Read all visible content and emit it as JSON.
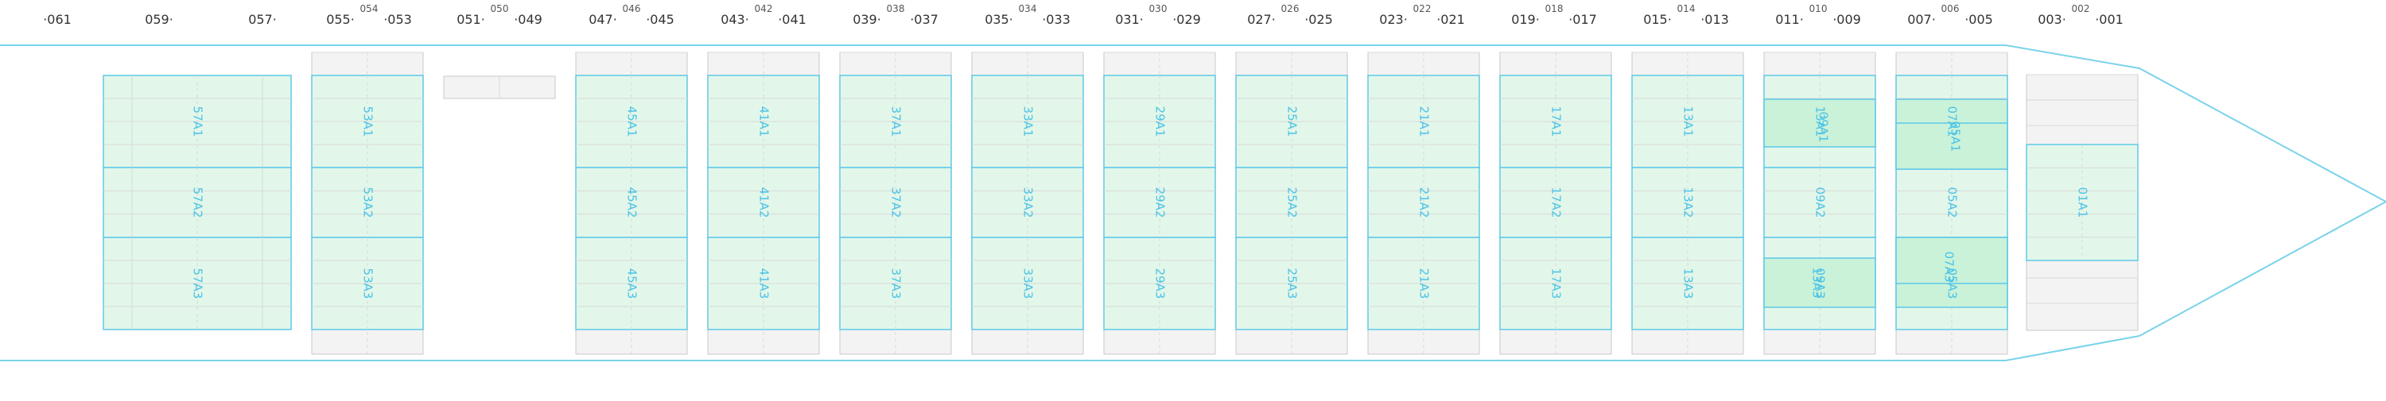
{
  "colors": {
    "hull": "#7ad3ea",
    "hold_fill": "#e2f7ea",
    "hold_fill_dark": "#c9f2d9",
    "hold_stroke": "#5fc8e8",
    "hold_text": "#4cc3e6",
    "grid": "#d8d8d8",
    "hatch_fill": "#f3f3f3",
    "hatch_stroke": "#c9c9c9",
    "bay_text": "#333333"
  },
  "bay_labels": [
    {
      "text": "061",
      "suffix": "",
      "prefix": "·"
    },
    {
      "text": "059",
      "suffix": "·",
      "prefix": ""
    },
    {
      "text": "057",
      "suffix": "·",
      "prefix": ""
    },
    {
      "text": "055",
      "suffix": "·",
      "prefix": ""
    },
    {
      "text": "053",
      "suffix": "",
      "prefix": "·"
    },
    {
      "text": "051",
      "suffix": "·",
      "prefix": ""
    },
    {
      "text": "049",
      "suffix": "",
      "prefix": "·"
    },
    {
      "text": "047",
      "suffix": "·",
      "prefix": ""
    },
    {
      "text": "045",
      "suffix": "",
      "prefix": "·"
    },
    {
      "text": "043",
      "suffix": "·",
      "prefix": ""
    },
    {
      "text": "041",
      "suffix": "",
      "prefix": "·"
    },
    {
      "text": "039",
      "suffix": "·",
      "prefix": ""
    },
    {
      "text": "037",
      "suffix": "",
      "prefix": "·"
    },
    {
      "text": "035",
      "suffix": "·",
      "prefix": ""
    },
    {
      "text": "033",
      "suffix": "",
      "prefix": "·"
    },
    {
      "text": "031",
      "suffix": "·",
      "prefix": ""
    },
    {
      "text": "029",
      "suffix": "",
      "prefix": "·"
    },
    {
      "text": "027",
      "suffix": "·",
      "prefix": ""
    },
    {
      "text": "025",
      "suffix": "",
      "prefix": "·"
    },
    {
      "text": "023",
      "suffix": "·",
      "prefix": ""
    },
    {
      "text": "021",
      "suffix": "",
      "prefix": "·"
    },
    {
      "text": "019",
      "suffix": "·",
      "prefix": ""
    },
    {
      "text": "017",
      "suffix": "",
      "prefix": "·"
    },
    {
      "text": "015",
      "suffix": "·",
      "prefix": ""
    },
    {
      "text": "013",
      "suffix": "",
      "prefix": "·"
    },
    {
      "text": "011",
      "suffix": "·",
      "prefix": ""
    },
    {
      "text": "009",
      "suffix": "",
      "prefix": "·"
    },
    {
      "text": "007",
      "suffix": "·",
      "prefix": ""
    },
    {
      "text": "005",
      "suffix": "",
      "prefix": "·"
    },
    {
      "text": "003",
      "suffix": "·",
      "prefix": ""
    },
    {
      "text": "001",
      "suffix": "",
      "prefix": "·"
    }
  ],
  "even_bay_labels": [
    "054",
    "050",
    "046",
    "042",
    "038",
    "034",
    "030",
    "026",
    "022",
    "018",
    "014",
    "010",
    "006",
    "002"
  ],
  "holds": [
    {
      "bay": "57",
      "labels": [
        "57A1",
        "57A2",
        "57A3"
      ]
    },
    {
      "bay": "53",
      "labels": [
        "53A1",
        "53A2",
        "53A3"
      ]
    },
    {
      "bay": "45",
      "labels": [
        "45A1",
        "45A2",
        "45A3"
      ]
    },
    {
      "bay": "41",
      "labels": [
        "41A1",
        "41A2",
        "41A3"
      ]
    },
    {
      "bay": "37",
      "labels": [
        "37A1",
        "37A2",
        "37A3"
      ]
    },
    {
      "bay": "33",
      "labels": [
        "33A1",
        "33A2",
        "33A3"
      ]
    },
    {
      "bay": "29",
      "labels": [
        "29A1",
        "29A2",
        "29A3"
      ]
    },
    {
      "bay": "25",
      "labels": [
        "25A1",
        "25A2",
        "25A3"
      ]
    },
    {
      "bay": "21",
      "labels": [
        "21A1",
        "21A2",
        "21A3"
      ]
    },
    {
      "bay": "17",
      "labels": [
        "17A1",
        "17A2",
        "17A3"
      ]
    },
    {
      "bay": "13",
      "labels": [
        "13A1",
        "13A2",
        "13A3"
      ]
    },
    {
      "bay": "09",
      "labels": [
        "13A1",
        "09A2",
        "09A3"
      ],
      "overlay": [
        "09A1",
        "",
        "13A3"
      ]
    },
    {
      "bay": "05",
      "labels": [
        "07A1",
        "05A2",
        "05A3"
      ],
      "overlay": [
        "05A1",
        "",
        "07A3"
      ]
    },
    {
      "bay": "01",
      "labels": [
        "01A1"
      ]
    }
  ]
}
